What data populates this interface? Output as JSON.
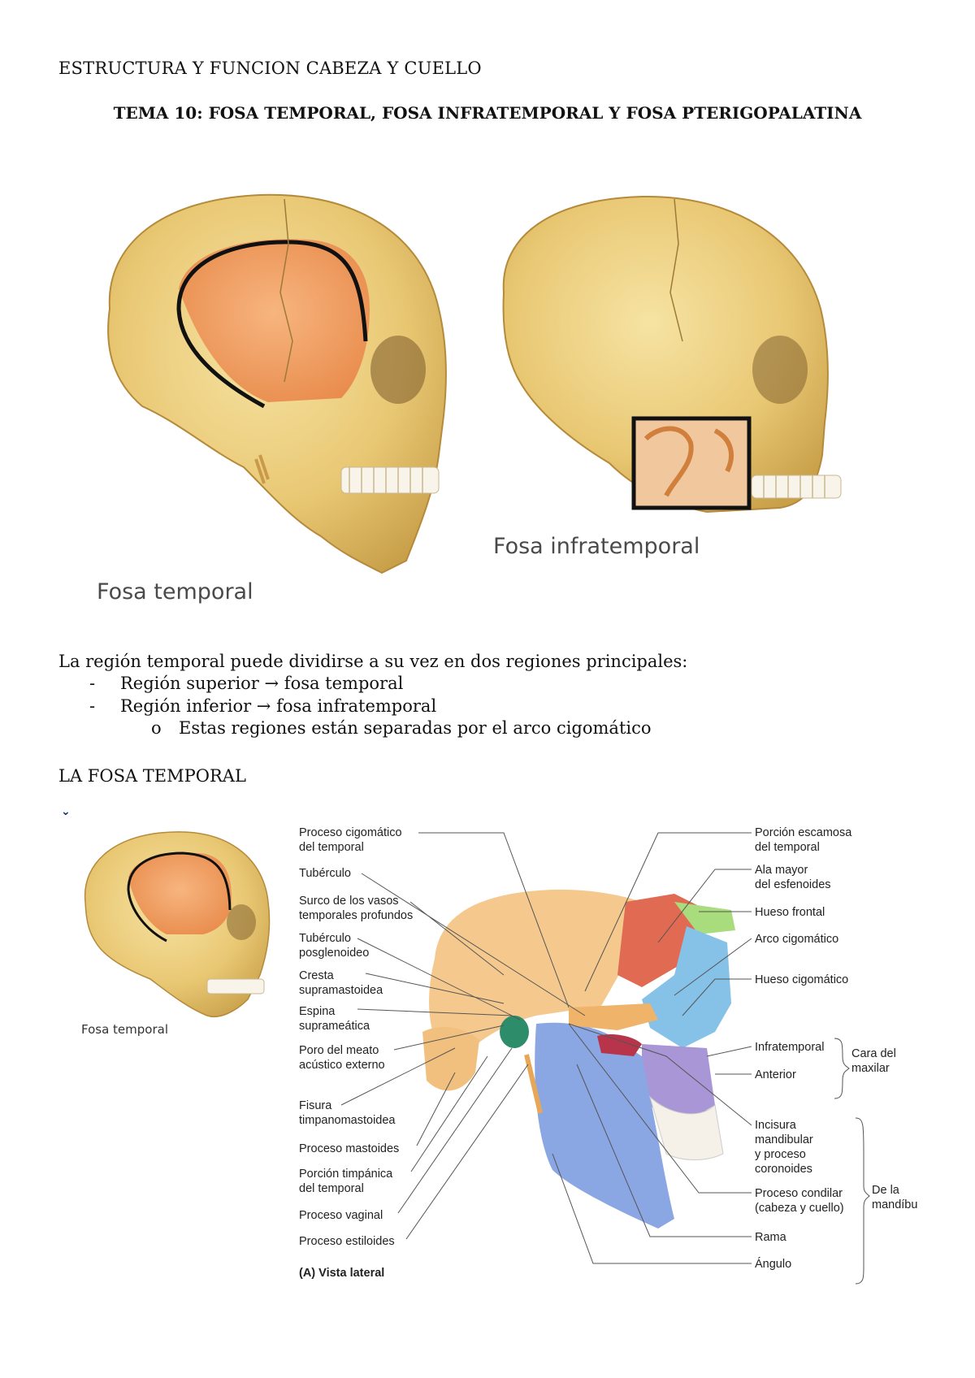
{
  "header": {
    "course": "ESTRUCTURA Y FUNCION CABEZA Y CUELLO",
    "title": "TEMA 10: FOSA TEMPORAL, FOSA INFRATEMPORAL Y FOSA PTERIGOPALATINA"
  },
  "figures": {
    "fosa_temporal_caption": "Fosa temporal",
    "fosa_infratemporal_caption": "Fosa infratemporal",
    "small_caption": "Fosa temporal"
  },
  "text": {
    "intro": "La región temporal puede dividirse a su vez en dos regiones principales:",
    "items": [
      {
        "dash": "-",
        "text": "Región superior → fosa temporal"
      },
      {
        "dash": "-",
        "text": "Región inferior → fosa infratemporal"
      }
    ],
    "sub_item": {
      "marker": "o",
      "text": "Estas regiones están separadas por el arco cigomático"
    },
    "section": "LA FOSA TEMPORAL",
    "chevron": "⌄"
  },
  "diagram": {
    "view_label": "(A) Vista lateral",
    "left_labels": [
      "Proceso cigomático\ndel temporal",
      "Tubérculo",
      "Surco de los vasos\ntemporales profundos",
      "Tubérculo\nposglenoideo",
      "Cresta\nsupramastoidea",
      "Espina\nsuprameática",
      "Poro del meato\nacústico externo",
      "Fisura\ntimpanomastoidea",
      "Proceso mastoides",
      "Porción timpánica\ndel temporal",
      "Proceso vaginal",
      "Proceso estiloides"
    ],
    "right_labels": [
      "Porción escamosa\ndel temporal",
      "Ala mayor\ndel esfenoides",
      "Hueso frontal",
      "Arco cigomático",
      "Hueso cigomático",
      "Infratemporal",
      "Anterior",
      "Incisura\nmandibular\ny proceso\ncoronoides",
      "Proceso condilar\n(cabeza y cuello)",
      "Rama",
      "Ángulo"
    ],
    "group_labels": {
      "maxilar": "Cara del\nmaxilar",
      "mandibula": "De la\nmandíbu"
    }
  }
}
